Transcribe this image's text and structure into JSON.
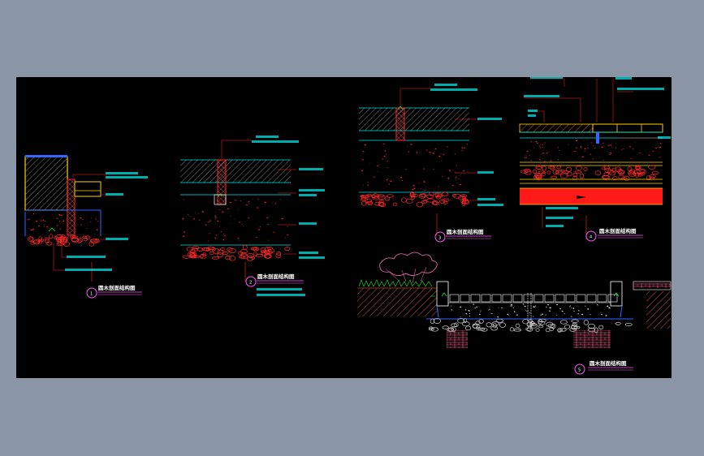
{
  "drawing": {
    "section_titles": [
      {
        "num": "1",
        "text": "圆木剖面结构图"
      },
      {
        "num": "2",
        "text": "圆木剖面结构图"
      },
      {
        "num": "3",
        "text": "圆木剖面结构图"
      },
      {
        "num": "4",
        "text": "圆木剖面结构图"
      },
      {
        "num": "5",
        "text": "圆木剖面结构图"
      }
    ],
    "colors": {
      "background": "#000000",
      "frame": "#8a96a6",
      "cyan": "#00e5e5",
      "red": "#ff1a1a",
      "yellow": "#ffd400",
      "blue": "#3366ff",
      "white": "#ffffff",
      "magenta": "#ff6eb4"
    }
  }
}
